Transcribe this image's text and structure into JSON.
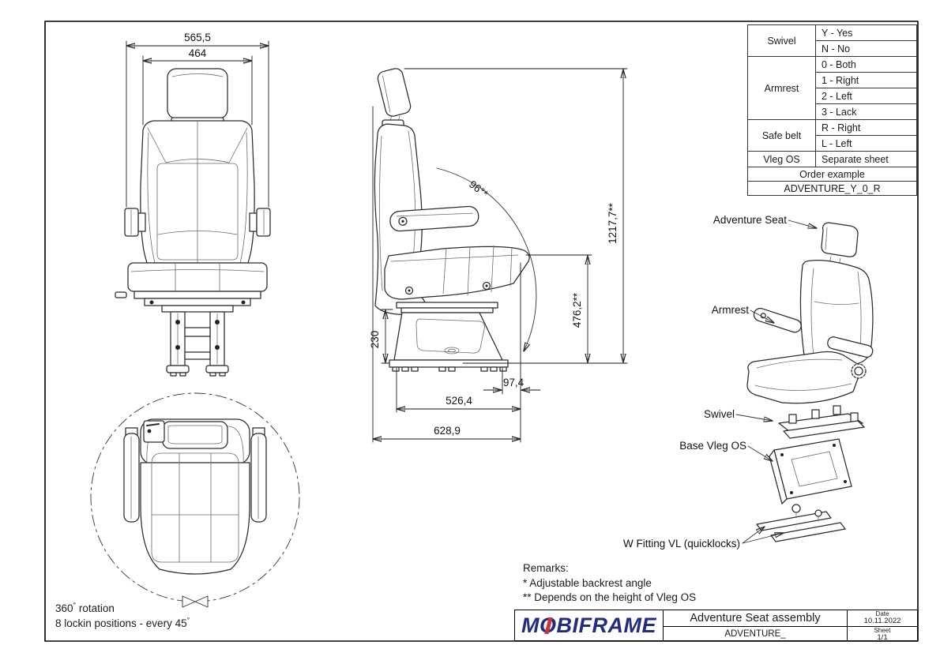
{
  "sheet": {
    "options_table": {
      "groups": [
        {
          "label": "Swivel",
          "options": [
            "Y - Yes",
            "N - No"
          ]
        },
        {
          "label": "Armrest",
          "options": [
            "0 - Both",
            "1 - Right",
            "2 - Left",
            "3 - Lack"
          ]
        },
        {
          "label": "Safe belt",
          "options": [
            "R - Right",
            "L - Left"
          ]
        },
        {
          "label": "Vleg OS",
          "options": [
            "Separate sheet"
          ]
        }
      ],
      "order_example_label": "Order example",
      "order_example_value": "ADVENTURE_Y_0_R"
    },
    "dimensions": {
      "front_width_outer": "565,5",
      "front_width_inner": "464",
      "backrest_angle": "96°*",
      "total_height": "1217,7**",
      "seat_height": "476,2**",
      "base_height": "230",
      "rail_offset": "97,4",
      "base_depth": "526,4",
      "total_depth": "628,9"
    },
    "top_view": {
      "rotation_value": "360",
      "degree_symbol": "°",
      "rotation_word": " rotation",
      "positions_text": "8 lockin positions - every 45"
    },
    "exploded_labels": [
      "Adventure Seat",
      "Armrest",
      "Swivel",
      "Base Vleg OS",
      "W Fitting VL (quicklocks)"
    ],
    "remarks": {
      "title": "Remarks:",
      "line1": "* Adjustable backrest angle",
      "line2": "** Depends on the height of Vleg OS"
    },
    "title_block": {
      "logo_m": "M",
      "logo_o": "O",
      "logo_rest": "BIFRAME",
      "title": "Adventure Seat assembly",
      "code": "ADVENTURE_",
      "date_label": "Date",
      "date_value": "10.11.2022",
      "sheet_label": "Sheet",
      "sheet_value": "1/1"
    },
    "colors": {
      "line": "#2b2b2b",
      "logo_blue": "#232d7d",
      "logo_red": "#cf3339"
    }
  }
}
